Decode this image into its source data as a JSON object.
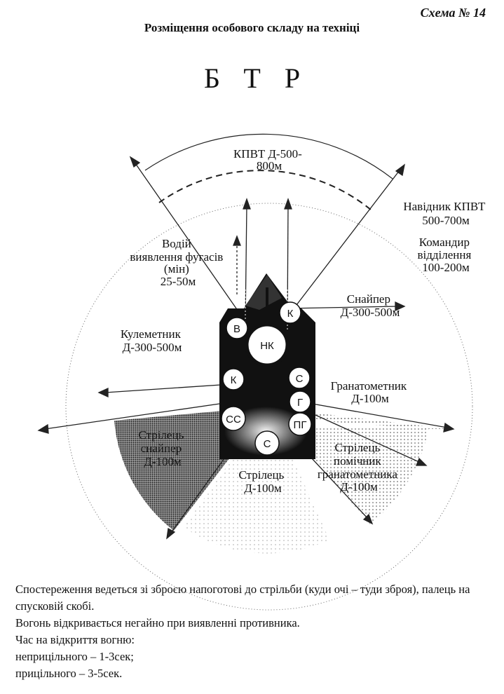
{
  "header": {
    "scheme_number": "Схема № 14",
    "title": "Розміщення особового складу на техніці",
    "vehicle": "БТР"
  },
  "sectors": {
    "kpvt": [
      "КПВТ Д-500-",
      "800м"
    ],
    "kpvt_gunner": [
      "Навідник КПВТ",
      "500-700м"
    ],
    "commander": [
      "Командир",
      "відділення",
      "100-200м"
    ],
    "driver": [
      "Водій",
      "виявлення фугасів",
      "(мін)",
      "25-50м"
    ],
    "sniper": [
      "Снайпер",
      "Д-300-500м"
    ],
    "machine_gunner": [
      "Кулеметник",
      "Д-300-500м"
    ],
    "grenadier": [
      "Гранатометник",
      "Д-100м"
    ],
    "rifleman_left": [
      "Стрілець",
      "снайпер",
      "Д-100м"
    ],
    "rifleman_rear": [
      "Стрілець",
      "Д-100м"
    ],
    "assistant_grenadier": [
      "Стрілець",
      "помічник",
      "гранатометника",
      "Д-100м"
    ]
  },
  "seats": {
    "driver": "В",
    "commander": "К",
    "gunner": "НК",
    "machine_gunner": "К",
    "rifleman_right": "С",
    "grenadier": "Г",
    "sniper_rifleman": "СС",
    "assistant_grenadier": "ПГ",
    "rear_rifleman": "С"
  },
  "notes": [
    "Спостереження ведеться зі зброєю напоготові до стрільби (куди очі – туди зброя), палець на спусковій скобі.",
    "Вогонь відкривається негайно при виявленні противника.",
    "Час на відкриття вогню:",
    "неприцільного – 1-3сек;",
    "прицільного – 3-5сек."
  ]
}
